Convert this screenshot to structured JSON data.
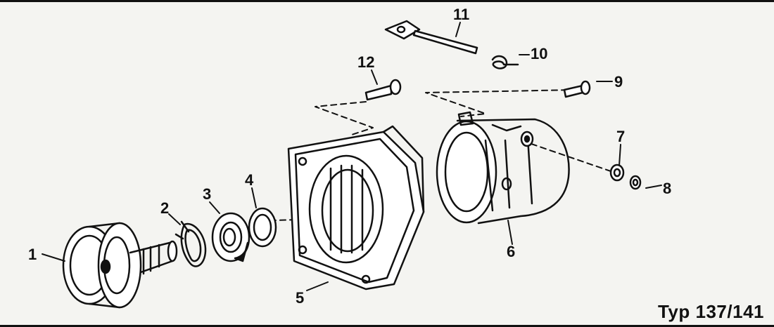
{
  "figure": {
    "model_label": "Typ 137/141",
    "part_numbers": [
      "1",
      "2",
      "3",
      "4",
      "5",
      "6",
      "7",
      "8",
      "9",
      "10",
      "11",
      "12"
    ]
  },
  "colors": {
    "ink": "#111111",
    "paper": "#f4f4f1"
  }
}
